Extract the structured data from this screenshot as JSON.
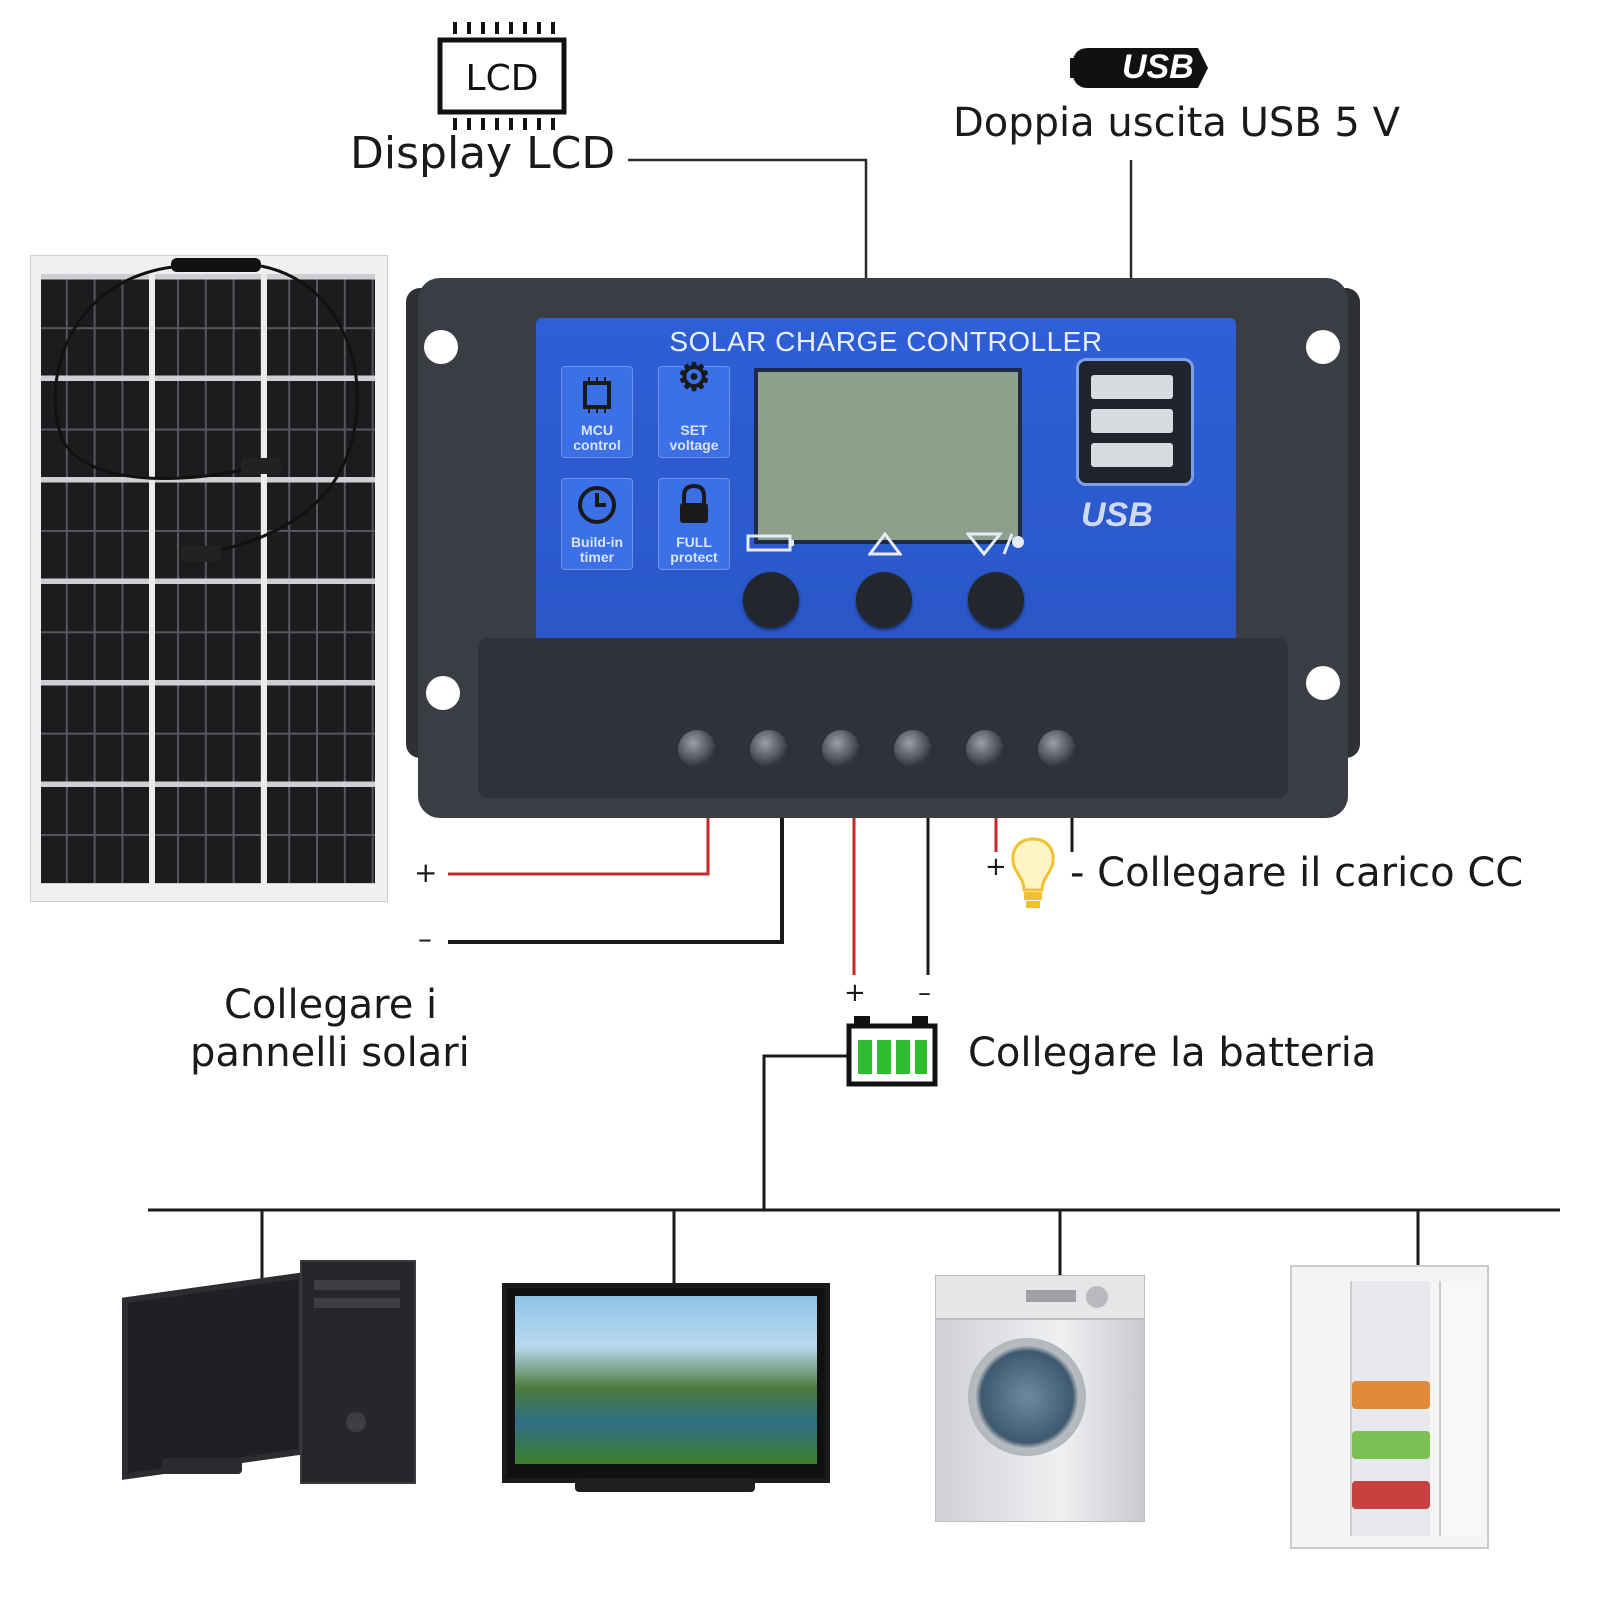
{
  "labels": {
    "lcd_icon_text": "LCD",
    "display_lcd": "Display LCD",
    "usb_icon_text": "USB",
    "usb_output": "Doppia uscita USB 5 V",
    "load": "- Collegare il carico CC",
    "panels_line1": "Collegare i",
    "panels_line2": "pannelli solari",
    "battery": "Collegare la batteria"
  },
  "polarity": {
    "plus": "+",
    "minus": "–"
  },
  "controller": {
    "title": "SOLAR CHARGE CONTROLLER",
    "features": [
      {
        "line1": "MCU",
        "line2": "control",
        "icon": "chip-icon"
      },
      {
        "line1": "SET",
        "line2": "voltage",
        "icon": "gear-icon"
      },
      {
        "line1": "Build-in",
        "line2": "timer",
        "icon": "clock-icon"
      },
      {
        "line1": "FULL",
        "line2": "protect",
        "icon": "lock-icon"
      }
    ],
    "usb_logo": "USB",
    "button_icons": [
      "battery-icon",
      "up-arrow-icon",
      "down-arrow-bulb-icon"
    ]
  },
  "colors": {
    "wire_positive": "#c62828",
    "wire_negative": "#1a1a1a",
    "battery_green": "#2ebd2e",
    "bulb_yellow": "#f2c12e",
    "controller_blue": "#2f5fd6"
  },
  "appliances": [
    "computer-icon",
    "tv-icon",
    "washing-machine-icon",
    "fridge-icon"
  ]
}
